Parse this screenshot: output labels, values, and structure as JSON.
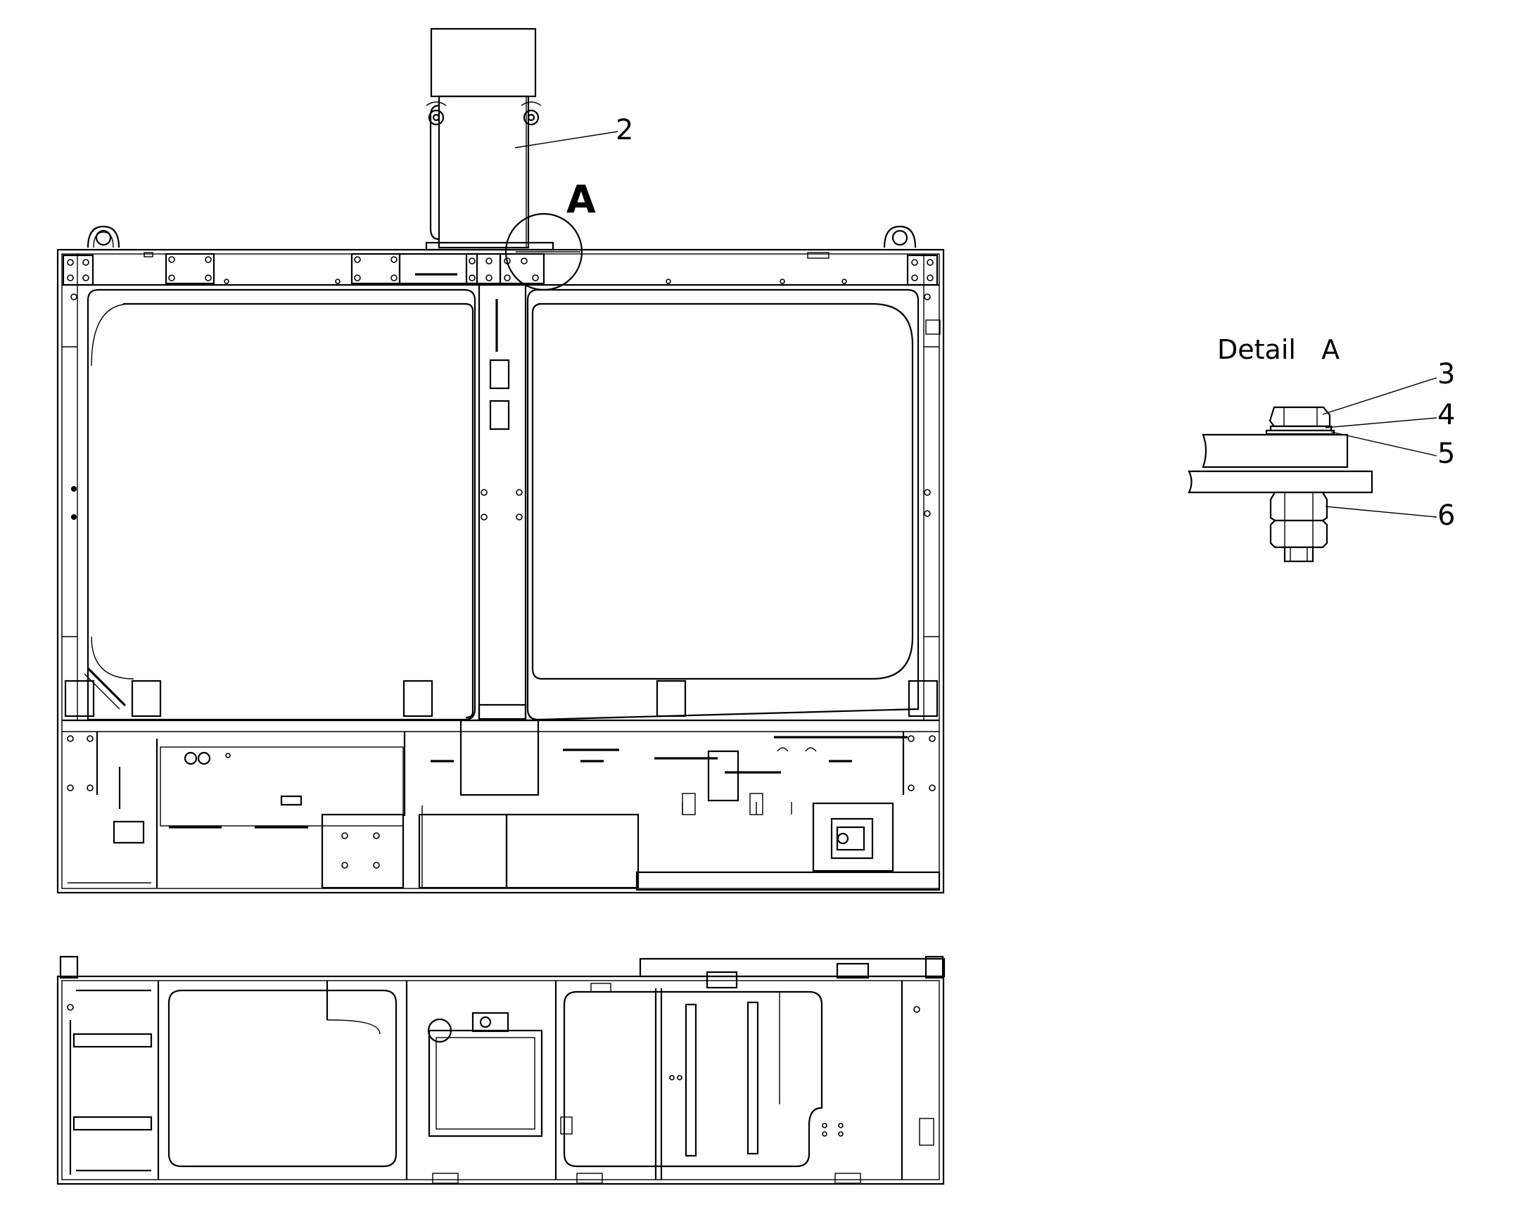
{
  "diagram": {
    "callouts": {
      "item_2": "2",
      "view_marker": "A",
      "item_3": "3",
      "item_4": "4",
      "item_5": "5",
      "item_6": "6"
    },
    "detail_title": "Detail   A"
  }
}
